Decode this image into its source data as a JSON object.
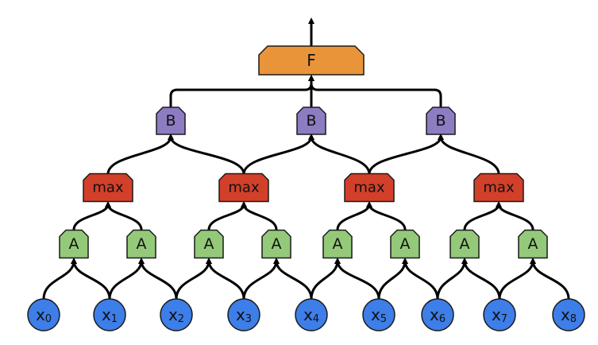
{
  "colors": {
    "input": "#3d7ee8",
    "a_node": "#94c97a",
    "max_node": "#d2402a",
    "b_node": "#8e7cc3",
    "f_node": "#ea943a",
    "edge": "#000000"
  },
  "labels": {
    "f": "F",
    "b": "B",
    "max": "max",
    "a": "A",
    "x_prefix": "x",
    "x_subscripts": [
      "0",
      "1",
      "2",
      "3",
      "4",
      "5",
      "6",
      "7",
      "8"
    ]
  }
}
